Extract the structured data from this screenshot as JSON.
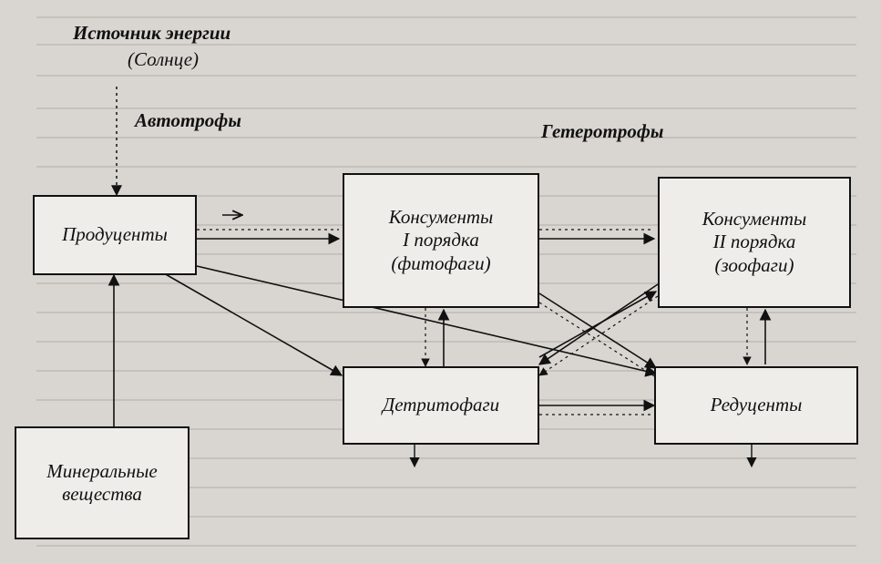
{
  "labels": {
    "energy_line1": "Источник энергии",
    "energy_line2": "(Солнце)",
    "autotrophs": "Автотрофы",
    "heterotrophs": "Гетеротрофы"
  },
  "boxes": {
    "producers": "Продуценты",
    "consumers1_line1": "Консументы",
    "consumers1_line2": "I порядка",
    "consumers1_line3": "(фитофаги)",
    "consumers2_line1": "Консументы",
    "consumers2_line2": "II порядка",
    "consumers2_line3": "(зоофаги)",
    "detritophages": "Детритофаги",
    "reducers": "Редуценты",
    "minerals_line1": "Минеральные",
    "minerals_line2": "вещества"
  },
  "colors": {
    "ink": "#111111",
    "paper": "#d9d6d1",
    "box_fill": "#efede9"
  }
}
